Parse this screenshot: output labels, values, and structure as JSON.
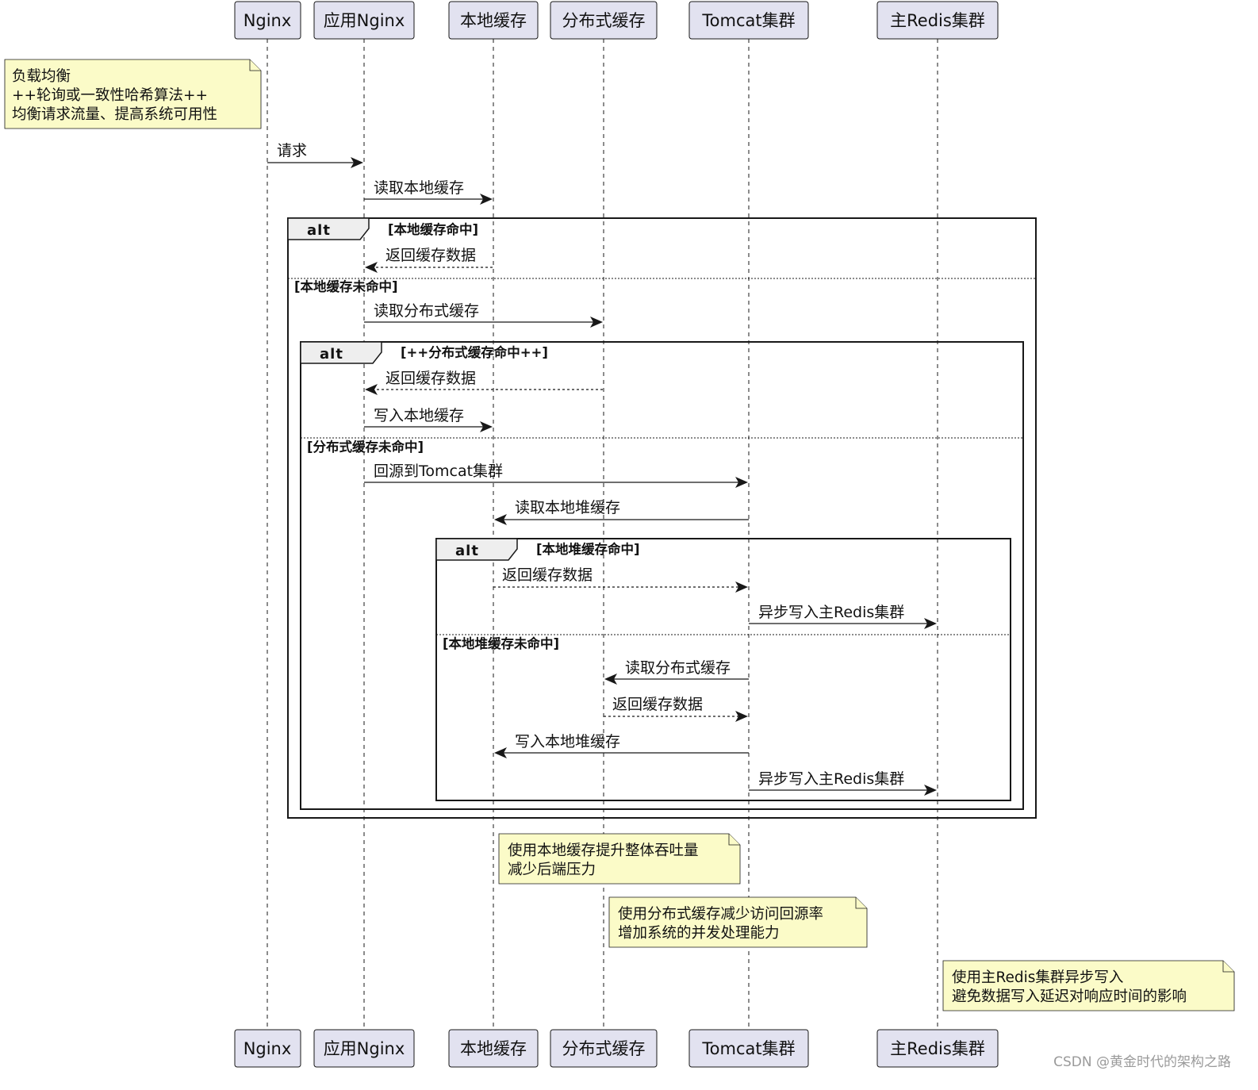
{
  "participants": [
    {
      "id": "nginx",
      "label": "Nginx"
    },
    {
      "id": "app_nginx",
      "label": "应用Nginx"
    },
    {
      "id": "local_cache",
      "label": "本地缓存"
    },
    {
      "id": "dist_cache",
      "label": "分布式缓存"
    },
    {
      "id": "tomcat",
      "label": "Tomcat集群"
    },
    {
      "id": "redis",
      "label": "主Redis集群"
    }
  ],
  "notes": [
    {
      "id": "lb",
      "lines": [
        "负载均衡",
        "++轮询或一致性哈希算法++",
        "均衡请求流量、提高系统可用性"
      ]
    },
    {
      "id": "local",
      "lines": [
        "使用本地缓存提升整体吞吐量",
        "减少后端压力"
      ]
    },
    {
      "id": "dist",
      "lines": [
        "使用分布式缓存减少访问回源率",
        "增加系统的并发处理能力"
      ]
    },
    {
      "id": "redis",
      "lines": [
        "使用主Redis集群异步写入",
        "避免数据写入延迟对响应时间的影响"
      ]
    }
  ],
  "messages": [
    {
      "from": "nginx",
      "to": "app_nginx",
      "label": "请求",
      "style": "solid"
    },
    {
      "from": "app_nginx",
      "to": "local_cache",
      "label": "读取本地缓存",
      "style": "solid"
    },
    {
      "from": "local_cache",
      "to": "app_nginx",
      "label": "返回缓存数据",
      "style": "dashed"
    },
    {
      "from": "app_nginx",
      "to": "dist_cache",
      "label": "读取分布式缓存",
      "style": "solid"
    },
    {
      "from": "dist_cache",
      "to": "app_nginx",
      "label": "返回缓存数据",
      "style": "dashed"
    },
    {
      "from": "app_nginx",
      "to": "local_cache",
      "label": "写入本地缓存",
      "style": "solid"
    },
    {
      "from": "app_nginx",
      "to": "tomcat",
      "label": "回源到Tomcat集群",
      "style": "solid"
    },
    {
      "from": "tomcat",
      "to": "local_cache",
      "label": "读取本地堆缓存",
      "style": "solid"
    },
    {
      "from": "local_cache",
      "to": "tomcat",
      "label": "返回缓存数据",
      "style": "dashed"
    },
    {
      "from": "tomcat",
      "to": "redis",
      "label": "异步写入主Redis集群",
      "style": "solid"
    },
    {
      "from": "tomcat",
      "to": "dist_cache",
      "label": "读取分布式缓存",
      "style": "solid"
    },
    {
      "from": "dist_cache",
      "to": "tomcat",
      "label": "返回缓存数据",
      "style": "dashed"
    },
    {
      "from": "tomcat",
      "to": "local_cache",
      "label": "写入本地堆缓存",
      "style": "solid"
    },
    {
      "from": "tomcat",
      "to": "redis",
      "label": "异步写入主Redis集群",
      "style": "solid"
    }
  ],
  "fragments": [
    {
      "keyword": "alt",
      "guard": "[本地缓存命中]",
      "else_guard": "[本地缓存未命中]"
    },
    {
      "keyword": "alt",
      "guard": "[++分布式缓存命中++]",
      "else_guard": "[分布式缓存未命中]"
    },
    {
      "keyword": "alt",
      "guard": "[本地堆缓存命中]",
      "else_guard": "[本地堆缓存未命中]"
    }
  ],
  "watermark": "CSDN @黄金时代的架构之路"
}
